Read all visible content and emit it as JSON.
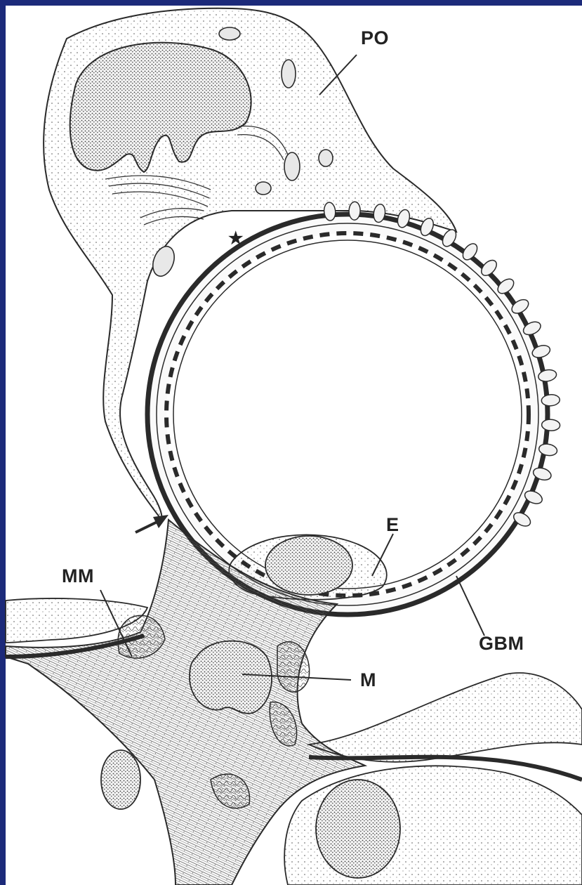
{
  "figure": {
    "background_color": "#1c2a7a",
    "panel_color": "#ffffff",
    "ink_color": "#2a2a2a",
    "labels": {
      "po": "PO",
      "e": "E",
      "mm": "MM",
      "gbm": "GBM",
      "m": "M"
    },
    "star_symbol": "★"
  }
}
